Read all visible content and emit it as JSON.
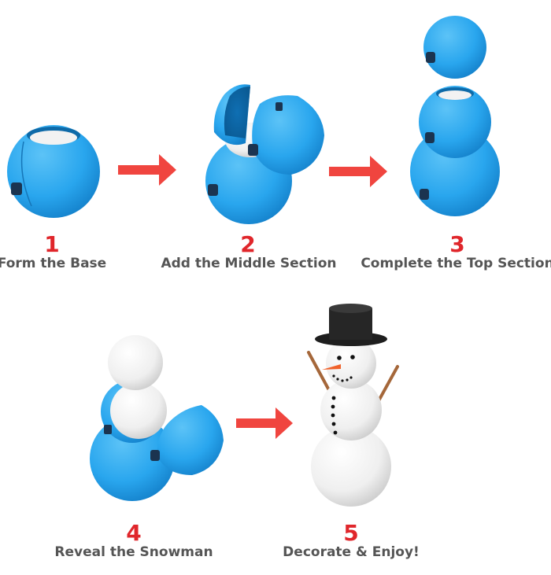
{
  "colors": {
    "ball": "#29a6ee",
    "ball_dark": "#137fc9",
    "arrow": "#f0453f",
    "number": "#e0262b",
    "label": "#555555",
    "snow": "#f4f4f4",
    "hat": "#1e1e1e",
    "carrot": "#f0622b",
    "stick": "#a5673a"
  },
  "steps": [
    {
      "number": "1",
      "label": "Form the Base"
    },
    {
      "number": "2",
      "label": "Add the Middle Section"
    },
    {
      "number": "3",
      "label": "Complete the Top Section"
    },
    {
      "number": "4",
      "label": "Reveal the Snowman"
    },
    {
      "number": "5",
      "label": "Decorate & Enjoy!"
    }
  ]
}
